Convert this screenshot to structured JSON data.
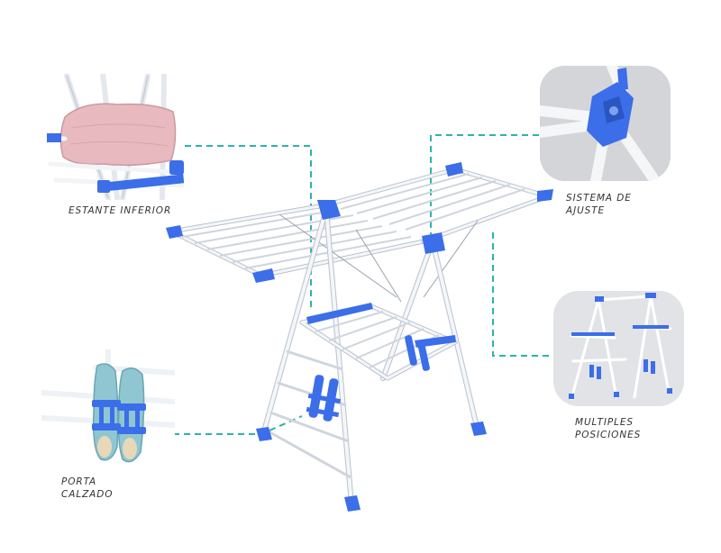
{
  "callouts": {
    "estante_inferior": {
      "lines": [
        "ESTANTE INFERIOR"
      ]
    },
    "sistema_ajuste": {
      "lines": [
        "SISTEMA DE",
        "AJUSTE"
      ]
    },
    "multiples_posiciones": {
      "lines": [
        "MULTIPLES",
        "POSICIONES"
      ]
    },
    "porta_calzado": {
      "lines": [
        "PORTA",
        "CALZADO"
      ]
    }
  },
  "colors": {
    "accent_blue": "#3b6ee8",
    "connector_teal": "#2bb3ad",
    "frame_white": "#f4f6f9",
    "frame_edge": "#b9c2cf",
    "inset_gray": "#d6d8dc"
  },
  "icons": {
    "pillow": "pillow-icon",
    "shoes": "shoes-icon",
    "joint": "adjust-joint-icon"
  }
}
